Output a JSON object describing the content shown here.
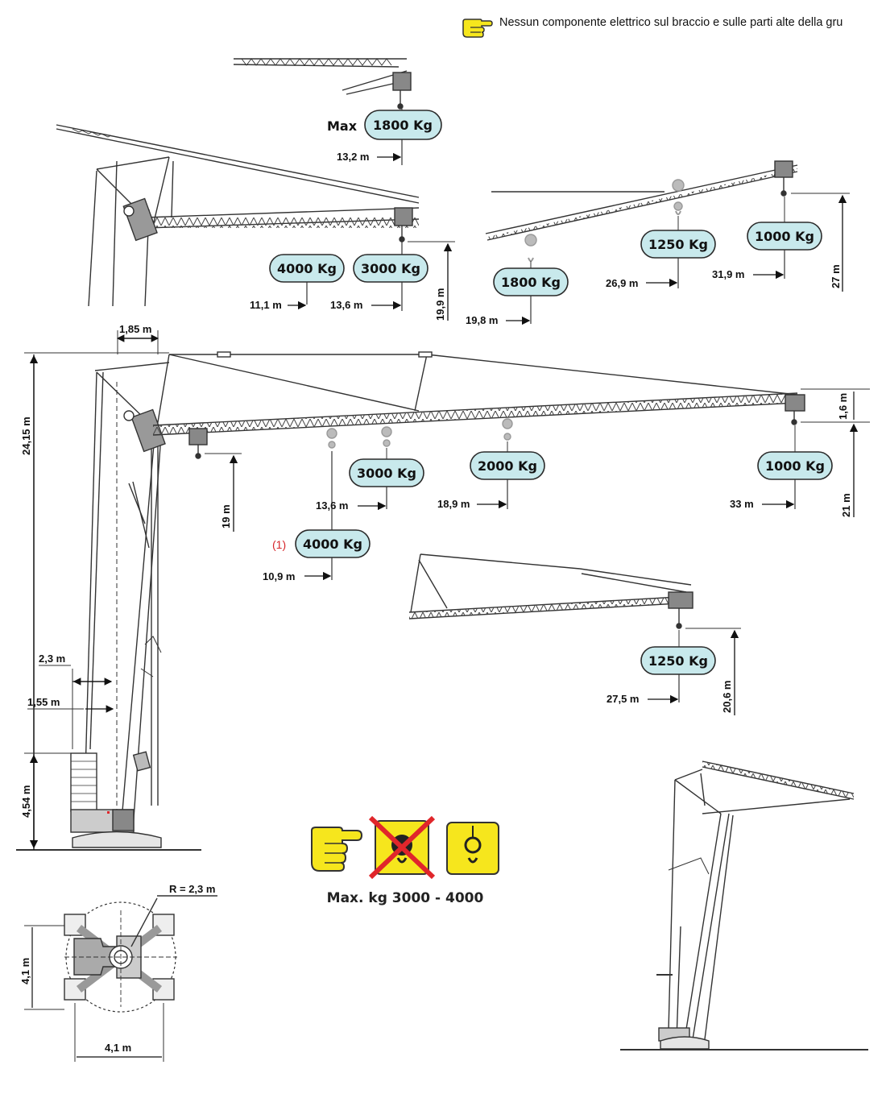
{
  "note": {
    "text": "Nessun componente elettrico sul braccio e sulle parti alte della gru",
    "icon": "pointing-hand-icon"
  },
  "colors": {
    "pill_fill": "#c8e9ec",
    "pill_stroke": "#2a2a2a",
    "hand_yellow": "#f6e61d",
    "cross_red": "#e0262b",
    "structure": "#333333"
  },
  "top_left": {
    "max_prefix": "Max",
    "loads": {
      "top": "1800 Kg",
      "inner": "4000 Kg",
      "tip": "3000 Kg"
    },
    "dims": {
      "top_reach": "13,2 m",
      "inner_reach": "11,1 m",
      "tip_reach": "13,6 m",
      "height": "19,9 m"
    }
  },
  "top_right": {
    "loads": {
      "inner": "1800 Kg",
      "mid": "1250 Kg",
      "tip": "1000 Kg"
    },
    "dims": {
      "inner_reach": "19,8 m",
      "mid_reach": "26,9 m",
      "tip_reach": "31,9 m",
      "height": "27 m"
    }
  },
  "main": {
    "dims": {
      "mast_offset": "1,85 m",
      "total_height": "24,15 m",
      "hook_height": "19 m",
      "tip_drop": "1,6 m",
      "tip_height": "21 m",
      "reach_1": "10,9 m",
      "reach_2": "13,6 m",
      "reach_3": "18,9 m",
      "reach_4": "33 m",
      "width_1": "2,3 m",
      "width_2": "1,55 m",
      "ballast_height": "4,54 m"
    },
    "loads": {
      "l1": "4000 Kg",
      "l2": "3000 Kg",
      "l3": "2000 Kg",
      "l4": "1000 Kg"
    },
    "footnote": "(1)"
  },
  "folded": {
    "load": "1250 Kg",
    "dims": {
      "reach": "27,5 m",
      "height": "20,6 m"
    }
  },
  "legend": {
    "caption": "Max. kg 3000 - 4000",
    "icons": [
      "pointing-hand-icon",
      "crossed-double-hook-icon",
      "single-hook-icon"
    ]
  },
  "base": {
    "radius": "R = 2,3 m",
    "width": "4,1 m",
    "depth": "4,1 m"
  }
}
